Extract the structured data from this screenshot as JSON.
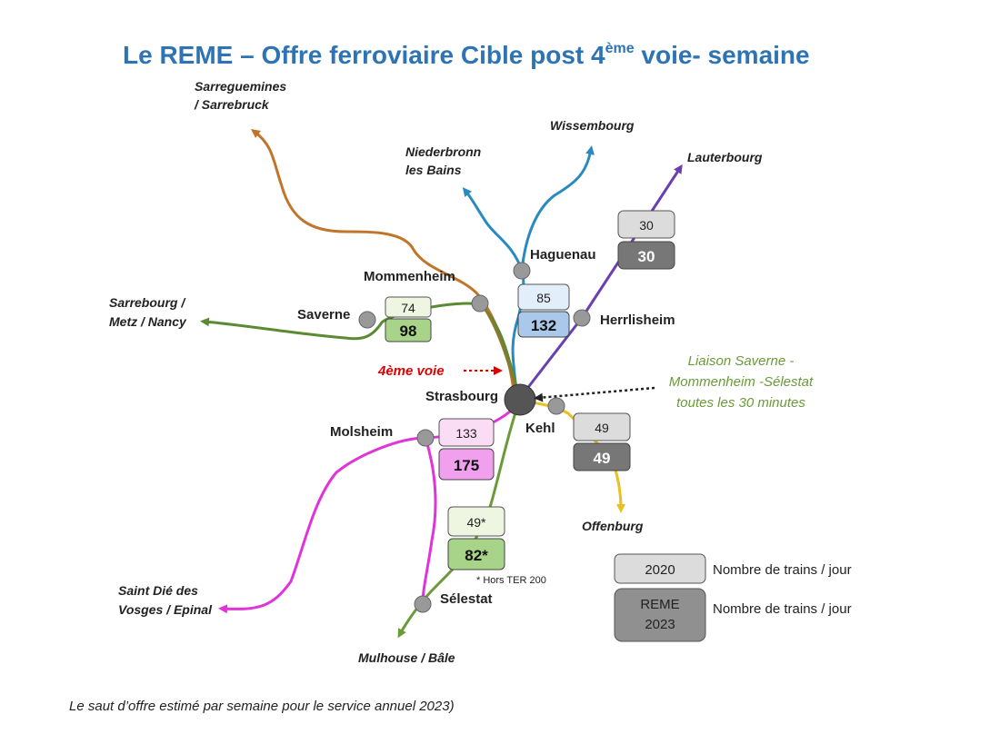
{
  "title": {
    "main": "Le REME – Offre ferroviaire Cible post 4",
    "sup": "ème",
    "rest": " voie- semaine"
  },
  "colors": {
    "title": "#2e74b5",
    "sarreguemines_line": "#c0752a",
    "haguenau_line": "#2a8ac0",
    "lauterbourg_line": "#6a3fb0",
    "saverne_line": "#5a8a32",
    "molsheim_line": "#e033d8",
    "kehl_line": "#e8c020",
    "mulhouse_line": "#6a9a3a",
    "note_green": "#6a9a3a",
    "note_red": "#e00000"
  },
  "destinations": {
    "sarreguemines": [
      "Sarreguemines",
      "/ Sarrebruck"
    ],
    "wissembourg": "Wissembourg",
    "niederbronn": [
      "Niederbronn",
      "les Bains"
    ],
    "lauterbourg": "Lauterbourg",
    "sarrebourg": [
      "Sarrebourg /",
      "Metz / Nancy"
    ],
    "saint_die": [
      "Saint Dié des",
      "Vosges / Epinal"
    ],
    "offenburg": "Offenburg",
    "mulhouse": "Mulhouse / Bâle"
  },
  "stations": {
    "haguenau": "Haguenau",
    "mommenheim": "Mommenheim",
    "saverne": "Saverne",
    "herrlisheim": "Herrlisheim",
    "strasbourg": "Strasbourg",
    "kehl": "Kehl",
    "molsheim": "Molsheim",
    "selestat": "Sélestat"
  },
  "boxes": {
    "lauterbourg": {
      "y2020": "30",
      "reme": "30"
    },
    "haguenau": {
      "y2020": "85",
      "reme": "132"
    },
    "saverne": {
      "y2020": "74",
      "reme": "98"
    },
    "molsheim": {
      "y2020": "133",
      "reme": "175"
    },
    "kehl": {
      "y2020": "49",
      "reme": "49"
    },
    "selestat": {
      "y2020": "49*",
      "reme": "82*"
    }
  },
  "notes": {
    "quatrieme_voie": "4ème voie",
    "liaison": [
      "Liaison Saverne -",
      "Mommenheim -Sélestat",
      "toutes les 30 minutes"
    ],
    "hors_ter": "* Hors TER 200"
  },
  "legend": {
    "y2020_label": "2020",
    "reme_label": [
      "REME",
      "2023"
    ],
    "y2020_desc": "Nombre de trains / jour",
    "reme_desc": "Nombre de trains / jour"
  },
  "footer": "Le saut d’offre estimé par semaine pour le service annuel 2023)"
}
